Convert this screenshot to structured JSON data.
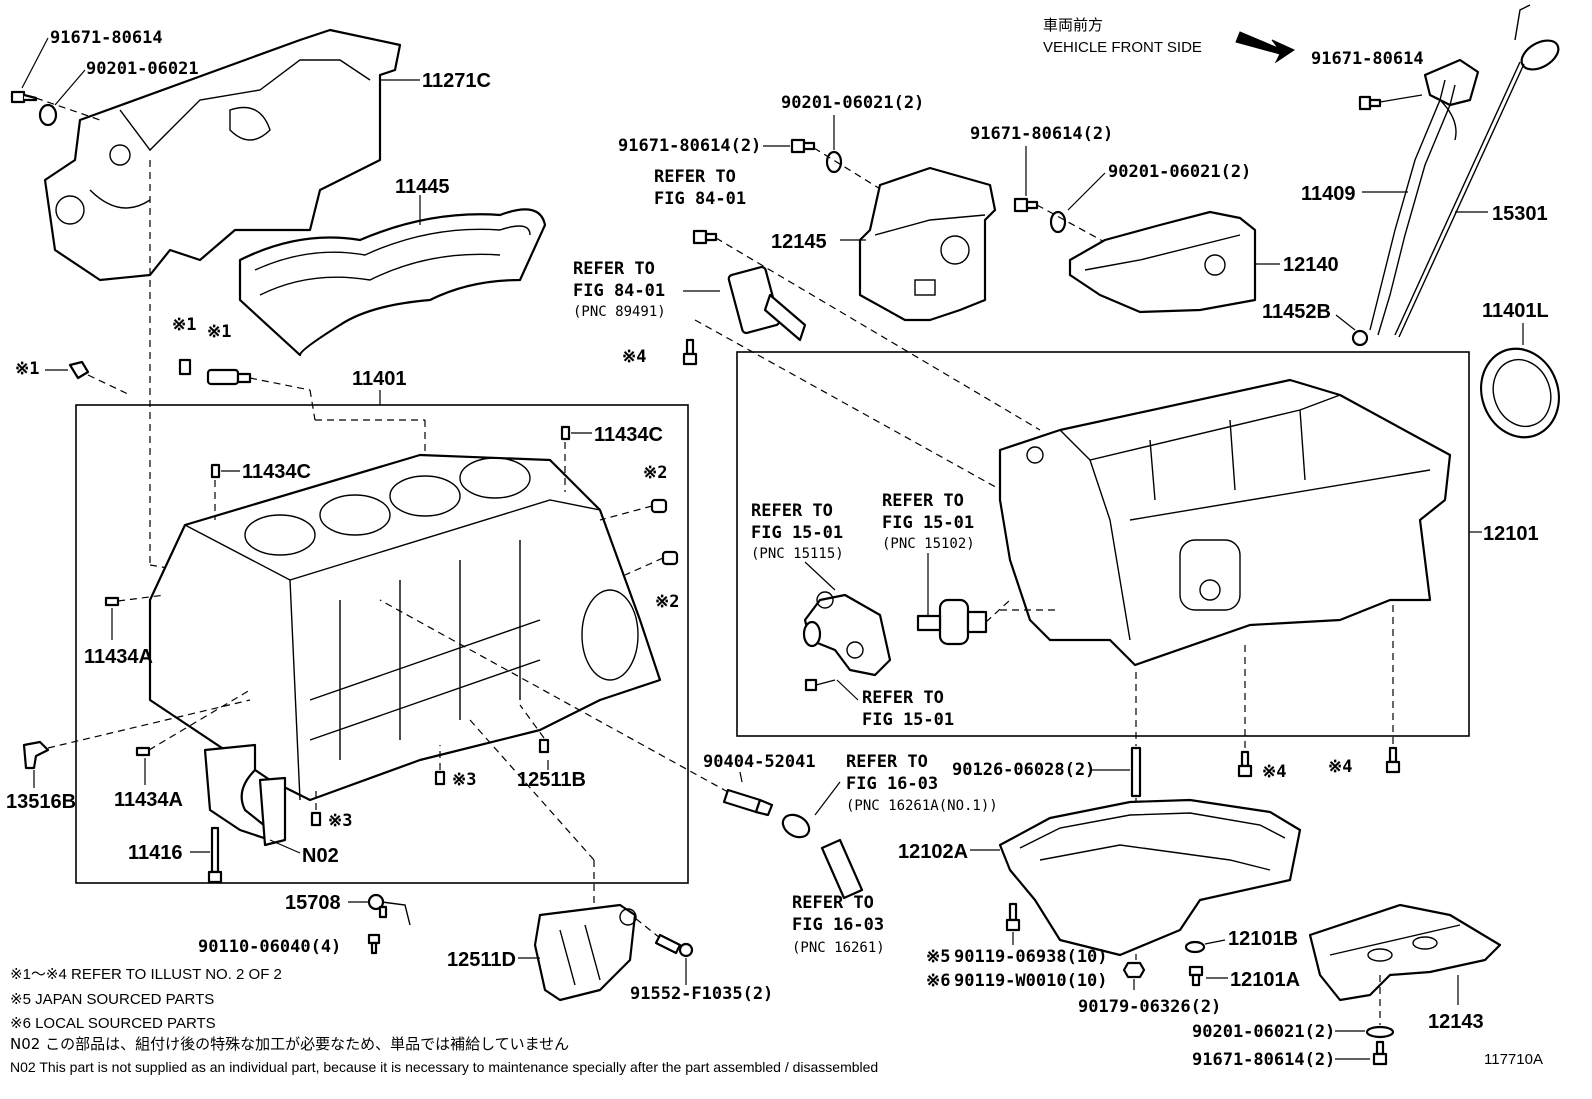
{
  "header": {
    "vehicle_front_jp": "車両前方",
    "vehicle_front_en": "VEHICLE FRONT SIDE"
  },
  "labels": {
    "p91671_80614_tl": "91671-80614",
    "p90201_06021_tl": "90201-06021",
    "p11271C": "11271C",
    "p11445": "11445",
    "p11401": "11401",
    "p11434C_a": "11434C",
    "p11434C_b": "11434C",
    "p11434A_a": "11434A",
    "p11434A_b": "11434A",
    "p13516B": "13516B",
    "p11416": "11416",
    "pN02": "N02",
    "p12511B": "12511B",
    "p15708": "15708",
    "p90110_06040": "90110-06040(4)",
    "p12511D": "12511D",
    "p91552_F1035": "91552-F1035(2)",
    "p91671_80614_2_mid": "91671-80614(2)",
    "p90201_06021_2_mid": "90201-06021(2)",
    "p12145": "12145",
    "p91671_80614_2_r": "91671-80614(2)",
    "p90201_06021_2_r": "90201-06021(2)",
    "p12140": "12140",
    "p91671_80614_tr": "91671-80614",
    "p11409": "11409",
    "p15301": "15301",
    "p11452B": "11452B",
    "p11401L": "11401L",
    "p12101": "12101",
    "p90404_52041": "90404-52041",
    "p90126_06028": "90126-06028(2)",
    "p12102A": "12102A",
    "p90119_06938": "90119-06938(10)",
    "p90119_W0010": "90119-W0010(10)",
    "p12101B": "12101B",
    "p12101A": "12101A",
    "p90179_06326": "90179-06326(2)",
    "p12143": "12143",
    "p90201_06021_2_br": "90201-06021(2)",
    "p91671_80614_2_br": "91671-80614(2)",
    "diagram_id": "117710A"
  },
  "marks": {
    "m1": "※1",
    "m2": "※2",
    "m3": "※3",
    "m4": "※4",
    "m5": "※5",
    "m6": "※6"
  },
  "refs": {
    "refer_to": "REFER TO",
    "fig_84_01": "FIG 84-01",
    "pnc_89491": "(PNC 89491)",
    "fig_15_01": "FIG 15-01",
    "pnc_15115": "(PNC 15115)",
    "pnc_15102": "(PNC 15102)",
    "fig_16_03": "FIG 16-03",
    "pnc_16261A": "(PNC 16261A(NO.1))",
    "pnc_16261": "(PNC 16261)"
  },
  "notes": [
    "※1～※4  REFER TO ILLUST NO. 2 OF 2",
    "※5 JAPAN SOURCED PARTS",
    "※6 LOCAL SOURCED PARTS",
    "N02  この部品は、組付け後の特殊な加工が必要なため、単品では補給していません",
    "N02  This part is not supplied as an individual part, because it is necessary to maintenance specially after the part assembled / disassembled"
  ]
}
